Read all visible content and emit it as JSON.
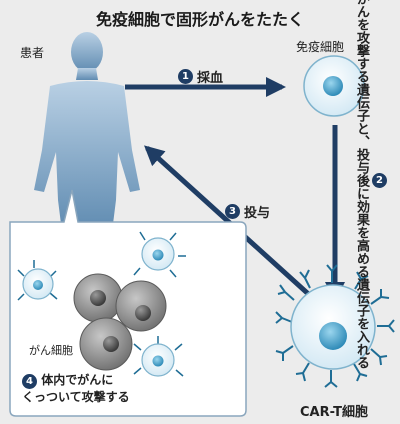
{
  "title": "免疫細胞で固形がんをたたく",
  "labels": {
    "patient": "患者",
    "immune_cell": "免疫細胞",
    "car_t_cell": "CAR-T細胞",
    "cancer_cell": "がん細胞"
  },
  "steps": [
    {
      "number": "1",
      "text": "採血"
    },
    {
      "number": "2",
      "text": "がんを攻撃する遺伝子と、投与後に効果を高める遺伝子を入れる"
    },
    {
      "number": "3",
      "text": "投与"
    },
    {
      "number": "4",
      "line1": "体内でがんに",
      "line2": "くっついて攻撃する"
    }
  ],
  "colors": {
    "background": "#ececec",
    "arrow": "#1f3d64",
    "body_gradient_top": "#a9c4dc",
    "body_gradient_bottom": "#5b87ad",
    "cell_fill": "#e4f2fa",
    "cell_nucleus": "#4da9d0",
    "cancer_cell": "#8b8b8b"
  }
}
